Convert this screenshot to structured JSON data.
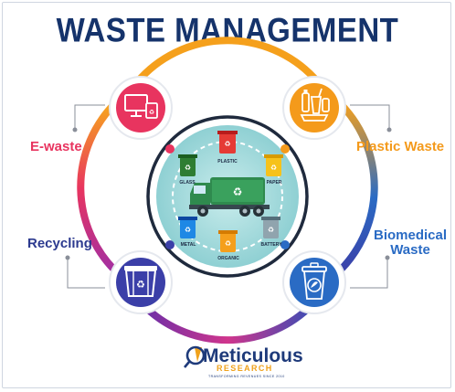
{
  "title": "WASTE MANAGEMENT",
  "categories": {
    "ewaste": "E-waste",
    "plastic": "Plastic Waste",
    "recycling": "Recycling",
    "biomedical_line1": "Biomedical",
    "biomedical_line2": "Waste"
  },
  "bins": {
    "plastic": "PLASTIC",
    "glass": "GLASS",
    "paper": "PAPER",
    "metal": "METAL",
    "organic": "ORGANIC",
    "battery": "BATTERY"
  },
  "logo": {
    "name": "Meticulous",
    "sub": "RESEARCH",
    "tagline": "TRANSFORMING REVENUES SINCE 2010"
  },
  "colors": {
    "title": "#15336b",
    "ewaste": "#e8345f",
    "plastic": "#f49a1b",
    "recycling": "#2c3a8f",
    "biomedical": "#2a6bc4",
    "ring_top": "#f5a01c",
    "ring_bottom": "#a52fa0"
  }
}
